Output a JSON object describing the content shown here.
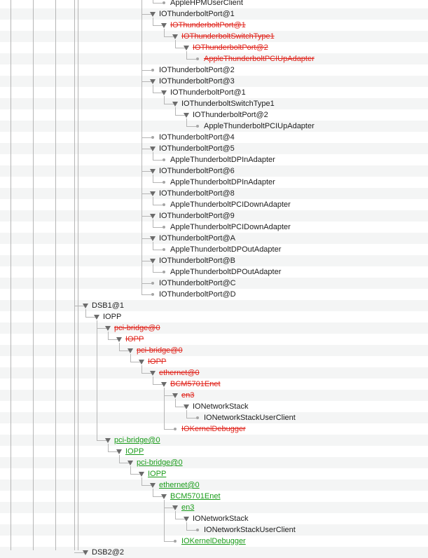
{
  "window": {
    "title": "IORegistryExplorer"
  },
  "legend": {
    "terminated_color": "#e0231b",
    "matched_color": "#1a9c1a",
    "normal_color": "#1d1d1d"
  },
  "nodes": [
    {
      "label": "AppleHPMUserClient",
      "depth": 7,
      "expanded": false,
      "state": "normal"
    },
    {
      "label": "IOThunderboltPort@1",
      "depth": 6,
      "expanded": true,
      "state": "normal"
    },
    {
      "label": "IOThunderboltPort@1",
      "depth": 7,
      "expanded": true,
      "state": "terminated"
    },
    {
      "label": "IOThunderboltSwitchType1",
      "depth": 8,
      "expanded": true,
      "state": "terminated"
    },
    {
      "label": "IOThunderboltPort@2",
      "depth": 9,
      "expanded": true,
      "state": "terminated"
    },
    {
      "label": "AppleThunderboltPCIUpAdapter",
      "depth": 10,
      "expanded": false,
      "state": "terminated"
    },
    {
      "label": "IOThunderboltPort@2",
      "depth": 6,
      "expanded": false,
      "state": "normal"
    },
    {
      "label": "IOThunderboltPort@3",
      "depth": 6,
      "expanded": true,
      "state": "normal"
    },
    {
      "label": "IOThunderboltPort@1",
      "depth": 7,
      "expanded": true,
      "state": "normal"
    },
    {
      "label": "IOThunderboltSwitchType1",
      "depth": 8,
      "expanded": true,
      "state": "normal"
    },
    {
      "label": "IOThunderboltPort@2",
      "depth": 9,
      "expanded": true,
      "state": "normal"
    },
    {
      "label": "AppleThunderboltPCIUpAdapter",
      "depth": 10,
      "expanded": false,
      "state": "normal"
    },
    {
      "label": "IOThunderboltPort@4",
      "depth": 6,
      "expanded": false,
      "state": "normal"
    },
    {
      "label": "IOThunderboltPort@5",
      "depth": 6,
      "expanded": true,
      "state": "normal"
    },
    {
      "label": "AppleThunderboltDPInAdapter",
      "depth": 7,
      "expanded": false,
      "state": "normal"
    },
    {
      "label": "IOThunderboltPort@6",
      "depth": 6,
      "expanded": true,
      "state": "normal"
    },
    {
      "label": "AppleThunderboltDPInAdapter",
      "depth": 7,
      "expanded": false,
      "state": "normal"
    },
    {
      "label": "IOThunderboltPort@8",
      "depth": 6,
      "expanded": true,
      "state": "normal"
    },
    {
      "label": "AppleThunderboltPCIDownAdapter",
      "depth": 7,
      "expanded": false,
      "state": "normal"
    },
    {
      "label": "IOThunderboltPort@9",
      "depth": 6,
      "expanded": true,
      "state": "normal"
    },
    {
      "label": "AppleThunderboltPCIDownAdapter",
      "depth": 7,
      "expanded": false,
      "state": "normal"
    },
    {
      "label": "IOThunderboltPort@A",
      "depth": 6,
      "expanded": true,
      "state": "normal"
    },
    {
      "label": "AppleThunderboltDPOutAdapter",
      "depth": 7,
      "expanded": false,
      "state": "normal"
    },
    {
      "label": "IOThunderboltPort@B",
      "depth": 6,
      "expanded": true,
      "state": "normal"
    },
    {
      "label": "AppleThunderboltDPOutAdapter",
      "depth": 7,
      "expanded": false,
      "state": "normal"
    },
    {
      "label": "IOThunderboltPort@C",
      "depth": 6,
      "expanded": false,
      "state": "normal"
    },
    {
      "label": "IOThunderboltPort@D",
      "depth": 6,
      "expanded": false,
      "state": "normal"
    },
    {
      "label": "DSB1@1",
      "depth": 0,
      "expanded": true,
      "state": "normal"
    },
    {
      "label": "IOPP",
      "depth": 1,
      "expanded": true,
      "state": "normal"
    },
    {
      "label": "pci-bridge@0",
      "depth": 2,
      "expanded": true,
      "state": "terminated"
    },
    {
      "label": "IOPP",
      "depth": 3,
      "expanded": true,
      "state": "terminated"
    },
    {
      "label": "pci-bridge@0",
      "depth": 4,
      "expanded": true,
      "state": "terminated"
    },
    {
      "label": "IOPP",
      "depth": 5,
      "expanded": true,
      "state": "terminated"
    },
    {
      "label": "ethernet@0",
      "depth": 6,
      "expanded": true,
      "state": "terminated"
    },
    {
      "label": "BCM5701Enet",
      "depth": 7,
      "expanded": true,
      "state": "terminated"
    },
    {
      "label": "en3",
      "depth": 8,
      "expanded": true,
      "state": "terminated"
    },
    {
      "label": "IONetworkStack",
      "depth": 9,
      "expanded": true,
      "state": "normal"
    },
    {
      "label": "IONetworkStackUserClient",
      "depth": 10,
      "expanded": false,
      "state": "normal"
    },
    {
      "label": "IOKernelDebugger",
      "depth": 8,
      "expanded": false,
      "state": "terminated"
    },
    {
      "label": "pci-bridge@0",
      "depth": 2,
      "expanded": true,
      "state": "matched"
    },
    {
      "label": "IOPP",
      "depth": 3,
      "expanded": true,
      "state": "matched"
    },
    {
      "label": "pci-bridge@0",
      "depth": 4,
      "expanded": true,
      "state": "matched"
    },
    {
      "label": "IOPP",
      "depth": 5,
      "expanded": true,
      "state": "matched"
    },
    {
      "label": "ethernet@0",
      "depth": 6,
      "expanded": true,
      "state": "matched"
    },
    {
      "label": "BCM5701Enet",
      "depth": 7,
      "expanded": true,
      "state": "matched"
    },
    {
      "label": "en3",
      "depth": 8,
      "expanded": true,
      "state": "matched"
    },
    {
      "label": "IONetworkStack",
      "depth": 9,
      "expanded": true,
      "state": "normal"
    },
    {
      "label": "IONetworkStackUserClient",
      "depth": 10,
      "expanded": false,
      "state": "normal"
    },
    {
      "label": "IOKernelDebugger",
      "depth": 8,
      "expanded": false,
      "state": "matched"
    },
    {
      "label": "DSB2@2",
      "depth": 0,
      "expanded": true,
      "state": "normal"
    }
  ]
}
